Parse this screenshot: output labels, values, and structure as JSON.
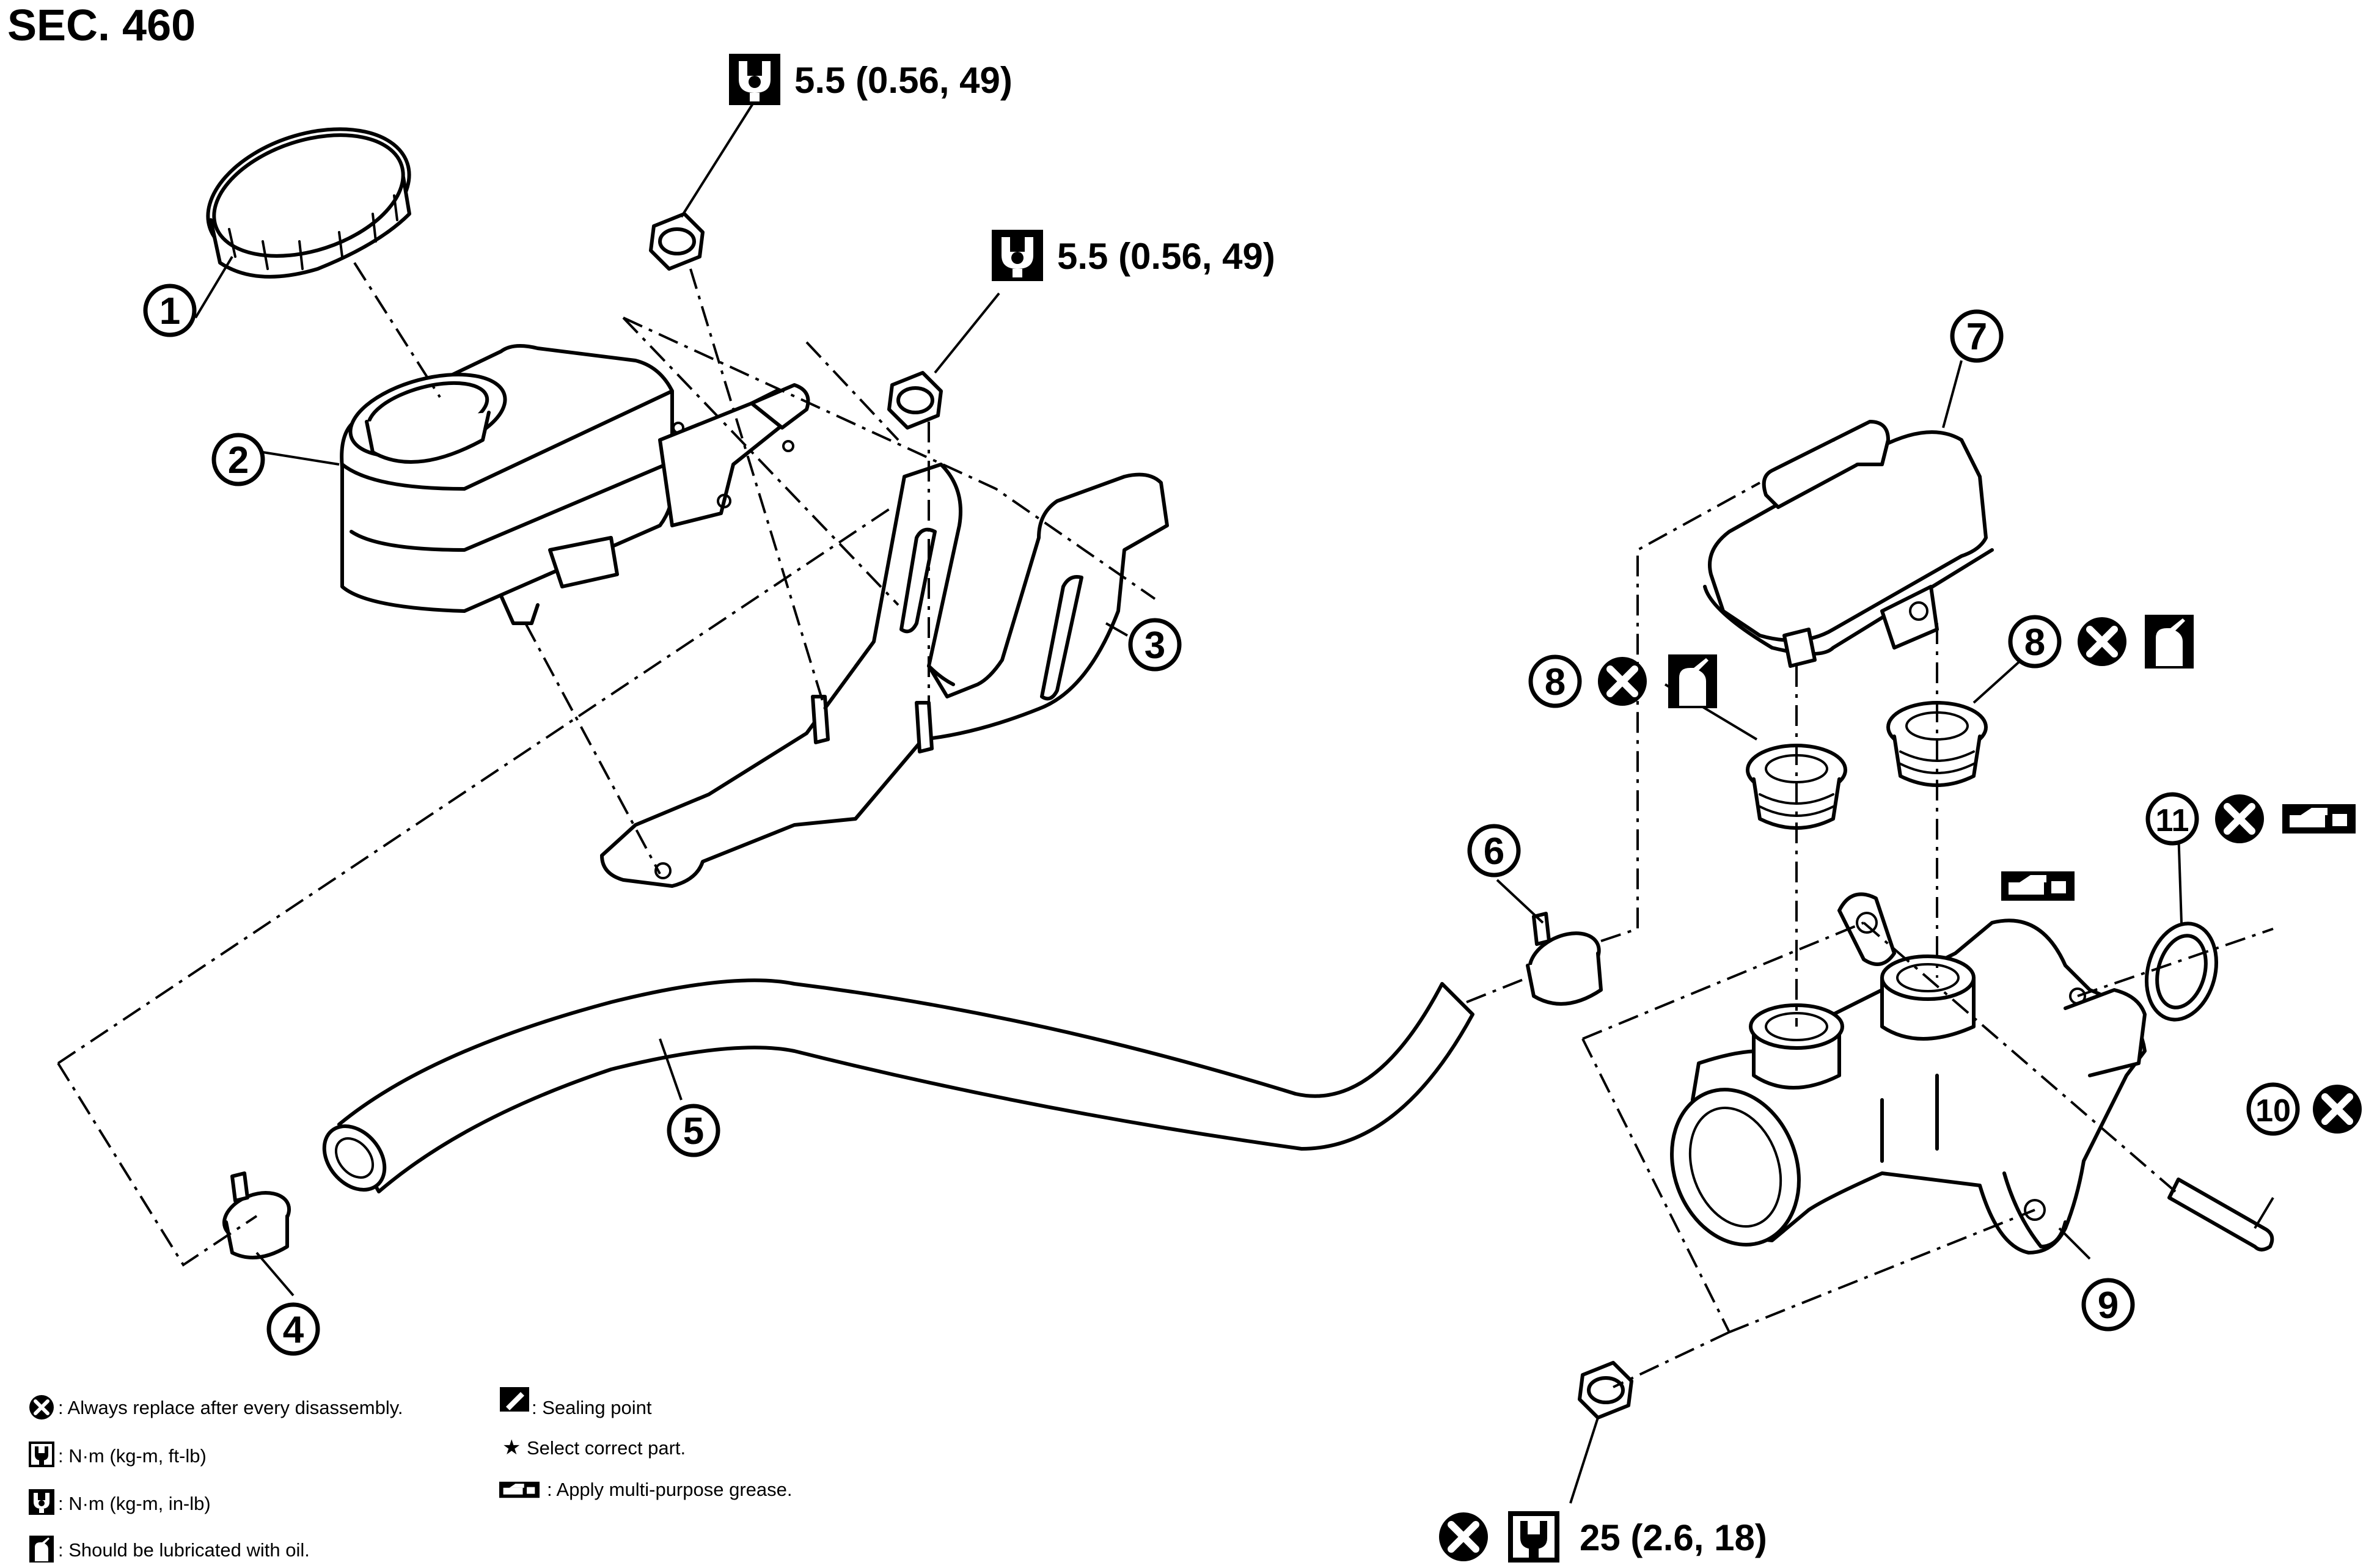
{
  "section_title": "SEC. 460",
  "torque_specs": {
    "reservoir_nut_top": "5.5 (0.56, 49)",
    "reservoir_nut_bracket": "5.5 (0.56, 49)",
    "master_cylinder_nut": "25 (2.6, 18)"
  },
  "callouts": {
    "c1": "1",
    "c2": "2",
    "c3": "3",
    "c4": "4",
    "c5": "5",
    "c6": "6",
    "c7": "7",
    "c8a": "8",
    "c8b": "8",
    "c9": "9",
    "c10": "10",
    "c11": "11"
  },
  "legend": {
    "replace": ": Always replace after every disassembly.",
    "torque_ftlb": ": N·m (kg-m, ft-lb)",
    "torque_inlb": ": N·m (kg-m, in-lb)",
    "oil": ": Should be lubricated with oil.",
    "sealing": ": Sealing point",
    "select": "Select correct part.",
    "grease": ": Apply multi-purpose grease."
  },
  "icons": {
    "replace": "x-circle-icon",
    "torque_ftlb": "wrench-torque-icon",
    "torque_inlb": "wrench-torque-filled-icon",
    "oil": "oil-can-icon",
    "sealing": "sealant-icon",
    "select": "star-icon",
    "grease": "grease-gun-icon"
  }
}
